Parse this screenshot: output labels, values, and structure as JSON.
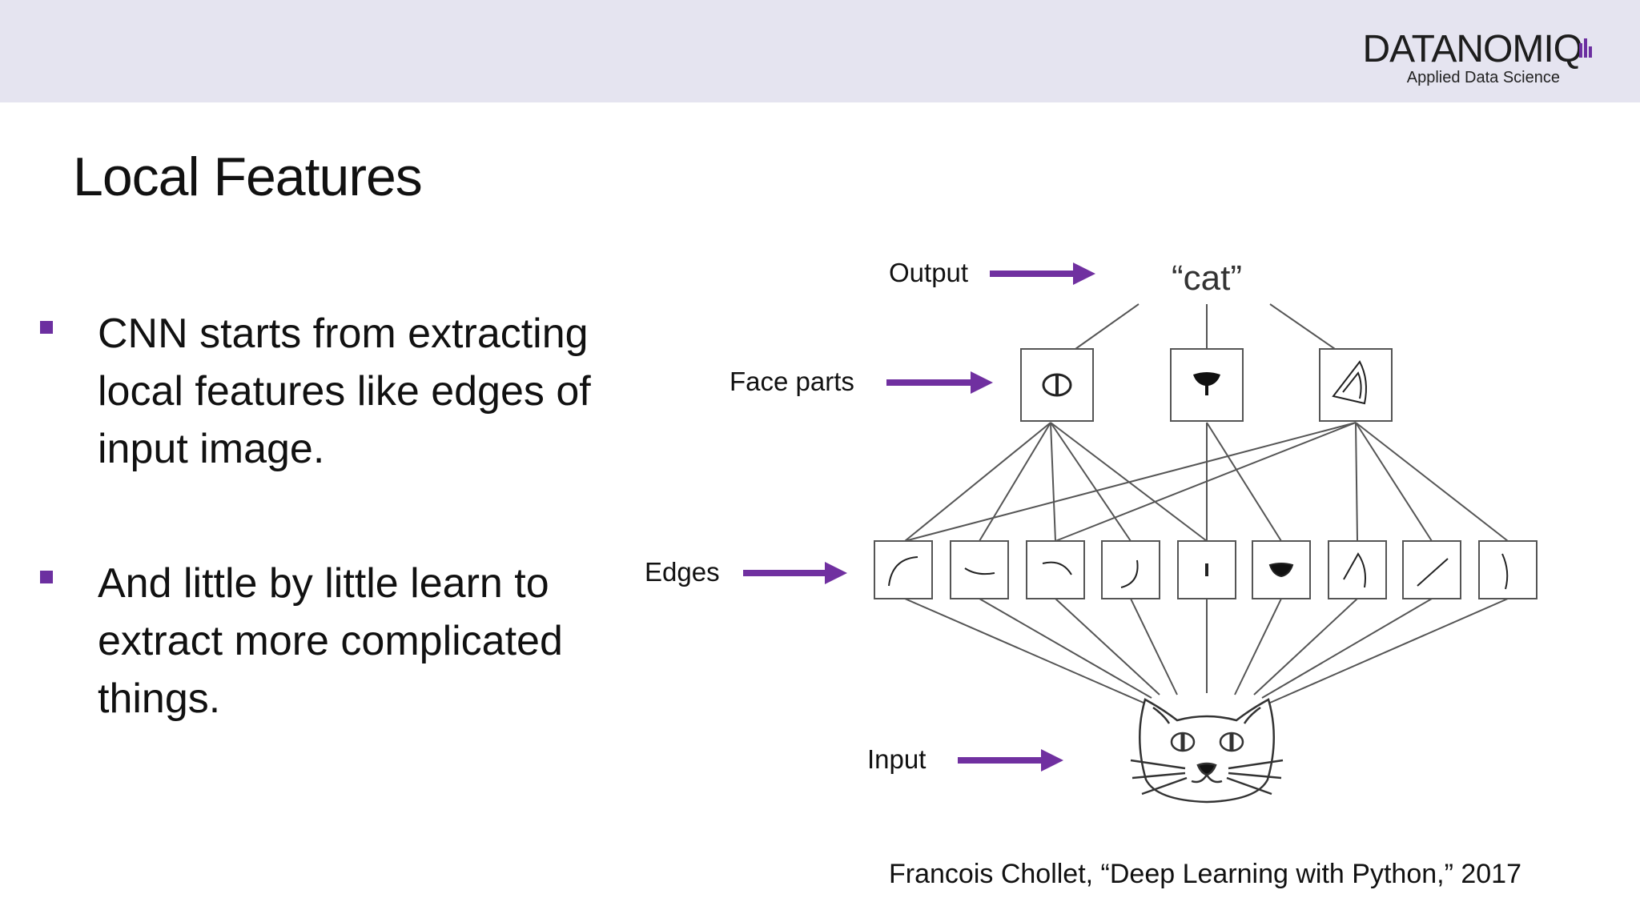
{
  "header": {
    "logo_text": "DATANOMIQ",
    "logo_tagline": "Applied Data Science",
    "background_color": "#e5e4f0"
  },
  "slide": {
    "title": "Local Features",
    "bullets": [
      {
        "text": "CNN starts from extracting local features like edges of input image."
      },
      {
        "text": "And little by little learn to extract more complicated things."
      }
    ],
    "bullet_color": "#6c2fa0"
  },
  "diagram": {
    "labels": {
      "output": "Output",
      "face_parts": "Face parts",
      "edges": "Edges",
      "input": "Input"
    },
    "output_word": "“cat”",
    "arrow_color": "#7030a0",
    "face_part_icons": [
      "eye-icon",
      "nose-icon",
      "ear-icon"
    ],
    "edge_icons": [
      "curve-edge-icon",
      "wave-edge-icon",
      "arc-edge-icon",
      "hook-edge-icon",
      "vertical-tick-edge-icon",
      "nose-edge-icon",
      "ear-edge-icon",
      "diagonal-edge-icon",
      "bracket-edge-icon"
    ],
    "input_icon": "cat-face-icon"
  },
  "citation": "Francois Chollet, “Deep Learning with Python,” 2017"
}
